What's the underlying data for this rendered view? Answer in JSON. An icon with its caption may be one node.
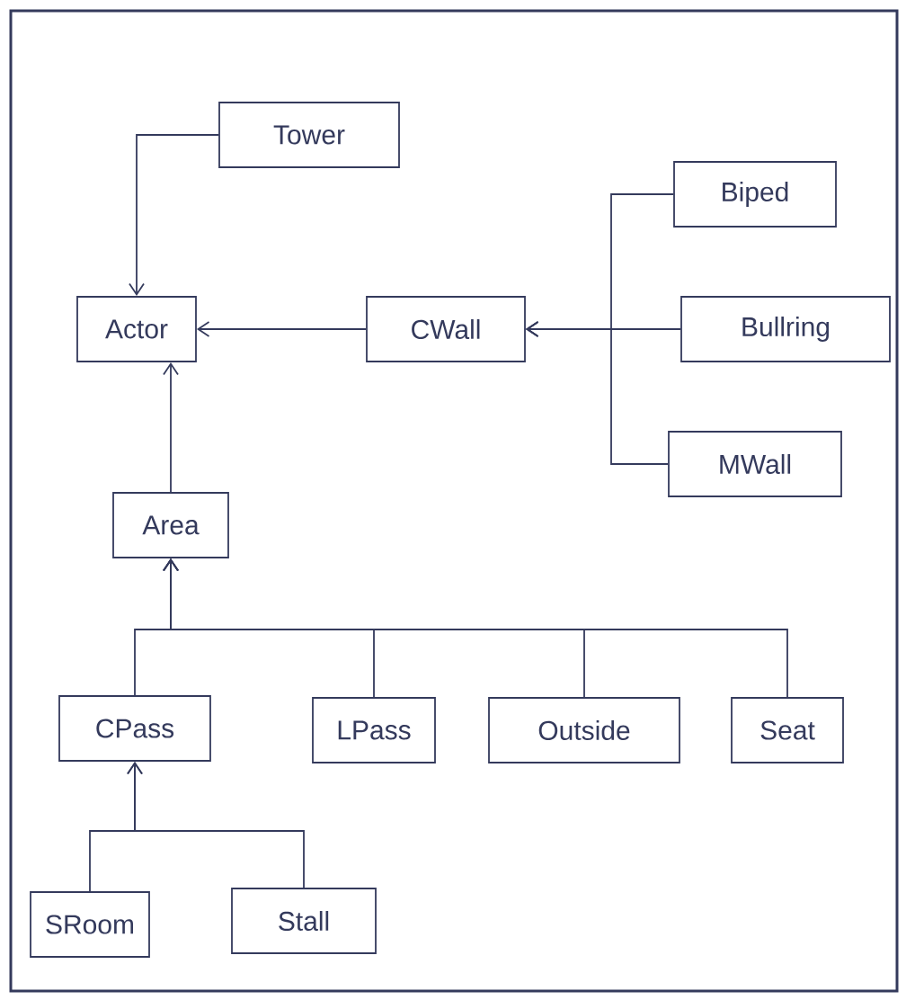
{
  "diagram": {
    "nodes": [
      {
        "text": [
          "Tower"
        ]
      },
      {
        "text": [
          "Biped"
        ]
      },
      {
        "text": [
          "Actor"
        ]
      },
      {
        "text": [
          "CWall"
        ]
      },
      {
        "text": [
          "Bullring"
        ]
      },
      {
        "text": [
          "MWall"
        ]
      },
      {
        "text": [
          "Area"
        ]
      },
      {
        "text": [
          "CPass"
        ]
      },
      {
        "text": [
          "LPass"
        ]
      },
      {
        "text": [
          "Outside"
        ]
      },
      {
        "text": [
          "Seat"
        ]
      },
      {
        "text": [
          "SRoom"
        ]
      },
      {
        "text": [
          "Stall"
        ]
      }
    ],
    "edges": [
      {
        "from": 0,
        "to": 2,
        "arrow": "to"
      },
      {
        "from": 3,
        "to": 2,
        "arrow": "to"
      },
      {
        "from": 1,
        "to": 3,
        "arrow": "to"
      },
      {
        "from": 4,
        "to": 3,
        "arrow": "to"
      },
      {
        "from": 5,
        "to": 3,
        "arrow": "to"
      },
      {
        "from": 6,
        "to": 2,
        "arrow": "to"
      },
      {
        "from": 7,
        "to": 6,
        "arrow": "to"
      },
      {
        "from": 8,
        "to": 6,
        "arrow": "to"
      },
      {
        "from": 9,
        "to": 6,
        "arrow": "to"
      },
      {
        "from": 10,
        "to": 6,
        "arrow": "to"
      },
      {
        "from": 11,
        "to": 7,
        "arrow": "to"
      },
      {
        "from": 12,
        "to": 7,
        "arrow": "to"
      }
    ]
  }
}
